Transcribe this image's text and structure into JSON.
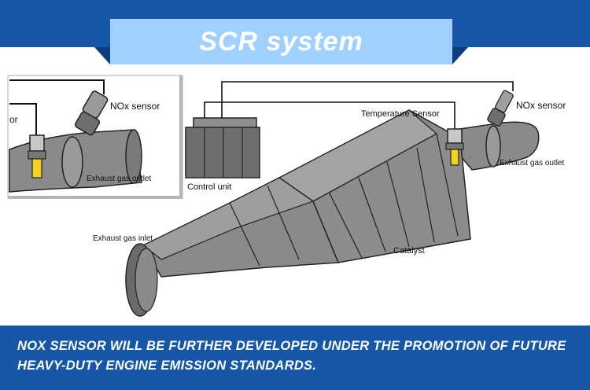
{
  "title": "SCR system",
  "caption": "NOX SENSOR WILL BE FURTHER DEVELOPED UNDER THE PROMOTION OF FUTURE HEAVY-DUTY ENGINE EMISSION STANDARDS.",
  "labels": {
    "inset_nox": "NOx sensor",
    "inset_partial": "or",
    "inset_outlet": "Exhaust gas outlet",
    "control_unit": "Control unit",
    "temperature_sensor": "Temperature Sensor",
    "nox_sensor": "NOx sensor",
    "outlet": "Exhaust gas outlet",
    "inlet": "Exhaust gas inlet",
    "catalyst": "Catalyst"
  },
  "colors": {
    "band": "#1657a8",
    "title_box": "#9fd0ff",
    "body_gray": "#7e7e7e",
    "sensor_yellow": "#f2d21c"
  }
}
